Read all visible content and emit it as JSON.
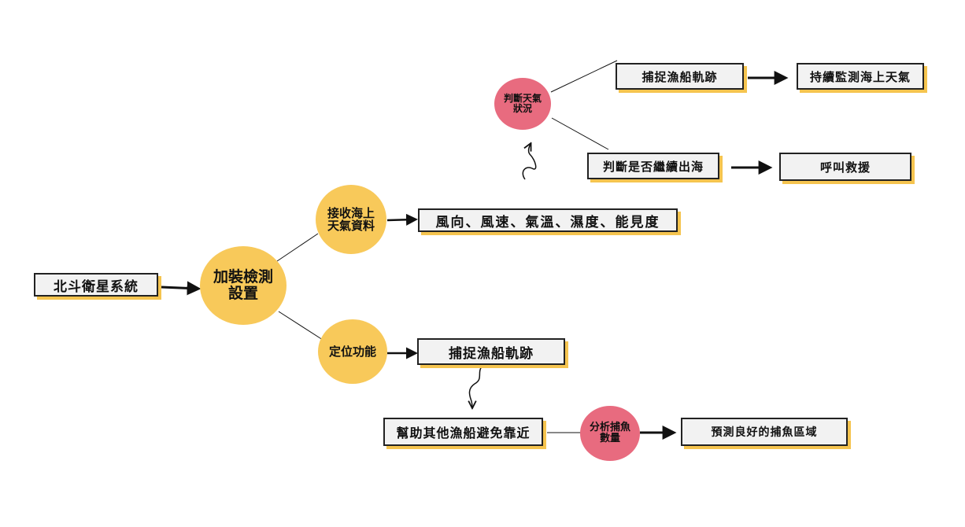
{
  "colors": {
    "yellow_node": "#f8c95a",
    "pink_node": "#e86b7f",
    "box_fill": "#f2f2f2",
    "box_shadow": "#f5c44f",
    "stroke": "#111111"
  },
  "nodes": {
    "beidou": "北斗衛星系統",
    "device": "加裝檢測\n設置",
    "receive_weather": "接收海上\n天氣資料",
    "weather_items": "風向、風速、氣溫、濕度、能見度",
    "locate": "定位功能",
    "capture_track_lower": "捕捉漁船軌跡",
    "help_others": "幫助其他漁船避免靠近",
    "analyze_catch": "分析捕魚\n數量",
    "predict_area": "預測良好的捕魚區域",
    "judge_weather": "判斷天氣\n狀況",
    "capture_track_upper": "捕捉漁船軌跡",
    "monitor_weather": "持續監測海上天氣",
    "decide_sail": "判斷是否繼續出海",
    "call_rescue": "呼叫救援"
  }
}
